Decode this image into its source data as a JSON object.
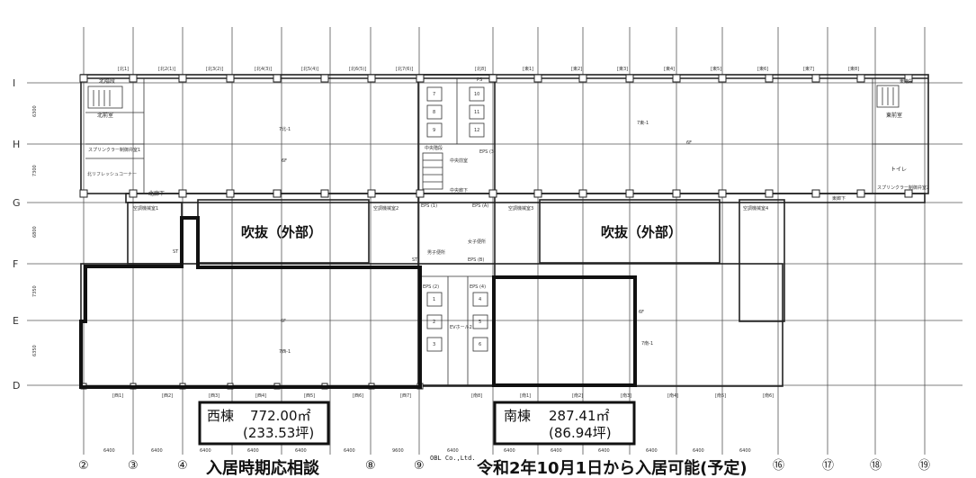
{
  "grid_rows": [
    "I",
    "H",
    "G",
    "F",
    "E",
    "D"
  ],
  "grid_cols_bottom": [
    "②",
    "③",
    "④",
    "⑧",
    "⑨",
    "⑯",
    "⑰",
    "⑱",
    "⑲"
  ],
  "north_labels": [
    "[北1]",
    "[北2(1)]",
    "[北3(2)]",
    "[北4(3)]",
    "[北5(4)]",
    "[北6(5)]",
    "[北7(6)]",
    "[北8]"
  ],
  "east_labels": [
    "[東1]",
    "[東2]",
    "[東3]",
    "[東4]",
    "[東5]",
    "[東6]",
    "[東7]",
    "[東8]"
  ],
  "bottom_labels": [
    "[西1]",
    "[西2]",
    "[西3]",
    "[西4]",
    "[西5]",
    "[西6]",
    "[西7]",
    "[南8]",
    "[南1]",
    "[南2]",
    "[南3]",
    "[南4]",
    "[南5]",
    "[南6]"
  ],
  "dimensions": [
    "6400",
    "6400",
    "6400",
    "6400",
    "6400",
    "6400",
    "9600",
    "6400",
    "6400",
    "6400",
    "6400",
    "6400",
    "6400",
    "6400"
  ],
  "side_dims": [
    "6300",
    "7300",
    "6800",
    "7350",
    "6350"
  ],
  "rooms": {
    "north_stair": "北階段",
    "north_lobby": "北前室",
    "sprinkler1": "スプリンクラー制御弁室1",
    "north_refresh": "北リフレッシュコーナー",
    "north_corridor": "北廊下",
    "ac1": "空調機械室1",
    "ac2": "空調機械室2",
    "ac3": "空調機械室3",
    "ac4": "空調機械室4",
    "atrium_w": "吹抜（外部）",
    "atrium_e": "吹抜（外部）",
    "central_stair": "中央階段",
    "central_lobby": "中央前室",
    "central_corridor": "中央廊下",
    "ev_hall": "EVホール2",
    "mens": "男子便所",
    "womens": "女子便所",
    "east_stair": "東階段",
    "east_lobby": "東前室",
    "toilet": "トイレ",
    "sprinkler2": "スプリンクラー制御弁室2",
    "east_corridor": "東廊下",
    "zone_n": "7北-1",
    "zone_e": "7東-1",
    "zone_w": "7西-1",
    "zone_s": "7南-1",
    "floor": "6F",
    "eps1": "EPS (1)",
    "eps2": "EPS (2)",
    "eps3": "EPS (3)",
    "eps4": "EPS (4)",
    "epsA": "EPS (A)",
    "epsB": "EPS (B)",
    "ps": "PS",
    "st": "ST",
    "elevators": [
      "1",
      "2",
      "3",
      "4",
      "5",
      "6",
      "7",
      "8",
      "9",
      "10",
      "11",
      "12"
    ]
  },
  "west_wing": {
    "name": "西棟",
    "area_m2": "772.00㎡",
    "area_tsubo": "(233.53坪)",
    "note": "入居時期応相談"
  },
  "south_wing": {
    "name": "南棟",
    "area_m2": "287.41㎡",
    "area_tsubo": "(86.94坪)",
    "note": "令和2年10月1日から入居可能(予定)"
  },
  "company": "OBL Co.,Ltd."
}
